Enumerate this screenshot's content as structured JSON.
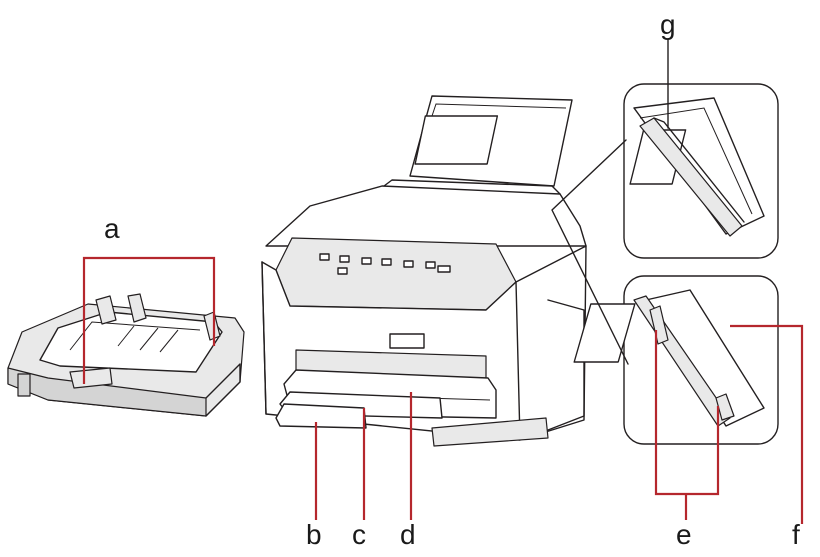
{
  "labels": {
    "a": "a",
    "b": "b",
    "c": "c",
    "d": "d",
    "e": "e",
    "f": "f",
    "g": "g"
  },
  "colors": {
    "callout": "#b5272d",
    "outline": "#231f20",
    "body_fill": "#e9e9e9",
    "background": "#ffffff"
  }
}
